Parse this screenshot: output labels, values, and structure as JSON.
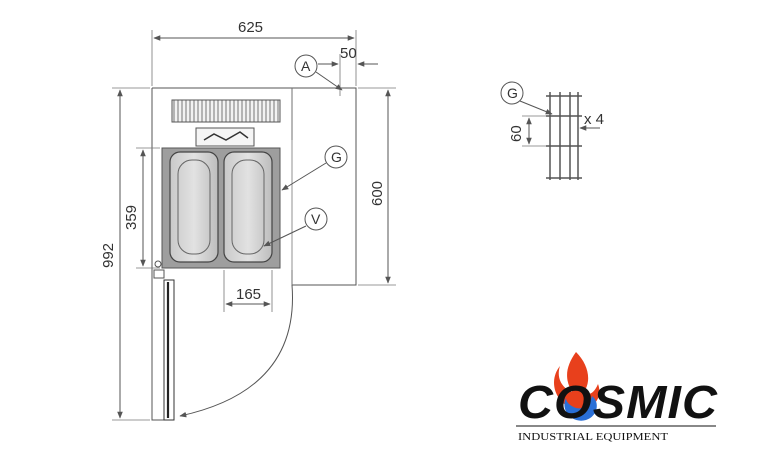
{
  "dimensions": {
    "overall_width": "625",
    "offset": "50",
    "overall_depth": "992",
    "cabinet_depth": "600",
    "basket_depth": "359",
    "basket_width": "165",
    "rail_spacing": "60"
  },
  "callouts": {
    "a": "A",
    "g_plan": "G",
    "v": "V",
    "g_detail": "G"
  },
  "detail": {
    "quantity": "x 4"
  },
  "logo": {
    "word": "COSMIC",
    "subtitle": "INDUSTRIAL EQUIPMENT",
    "flame_color": "#e8401c",
    "water_color": "#2a6fd6"
  }
}
